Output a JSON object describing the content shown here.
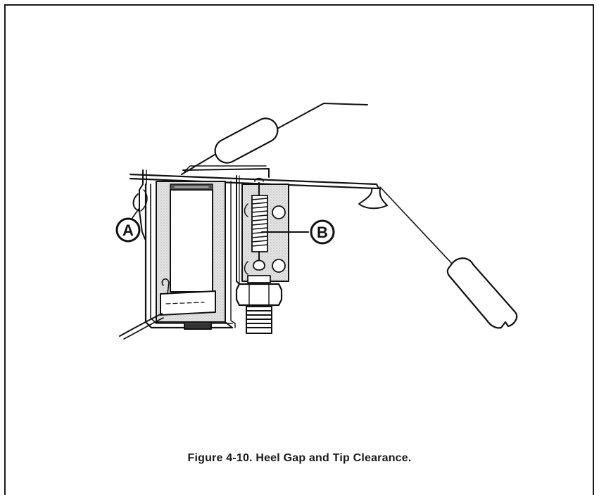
{
  "figure": {
    "caption": "Figure 4-10.  Heel Gap and Tip Clearance.",
    "callouts": [
      {
        "id": "A",
        "label": "A"
      },
      {
        "id": "B",
        "label": "B"
      }
    ]
  },
  "colors": {
    "ink": "#111111",
    "shading": "#d6d6d6"
  }
}
